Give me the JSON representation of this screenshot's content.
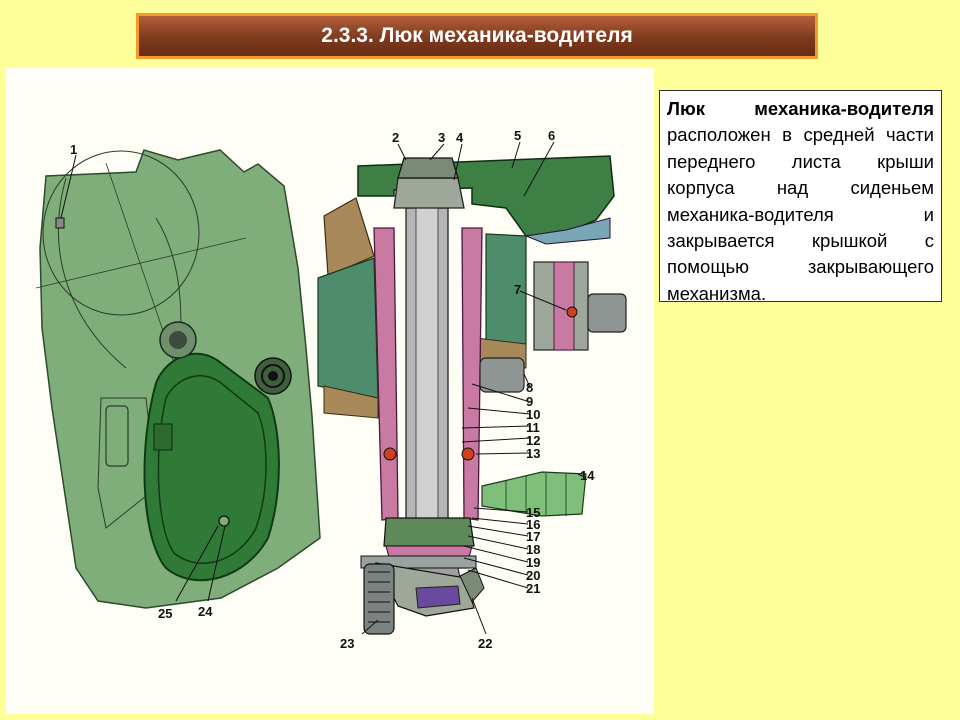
{
  "title": "2.3.3. Люк механика-водителя",
  "description": {
    "bold": "Люк механика-водителя",
    "text": " расположен в средней части переднего листа крыши корпуса над сиденьем механика-водителя и закрывается крышкой с помощью закрывающего механизма."
  },
  "callouts": [
    "1",
    "2",
    "3",
    "4",
    "5",
    "6",
    "7",
    "8",
    "9",
    "10",
    "11",
    "12",
    "13",
    "14",
    "15",
    "16",
    "17",
    "18",
    "19",
    "20",
    "21",
    "22",
    "23",
    "24",
    "25"
  ],
  "colors": {
    "background": "#ffff99",
    "hull_green": "#7fae7a",
    "hatch_green": "#2f7a36",
    "seal_pink": "#c87aa2",
    "tan": "#a88a5a",
    "steel": "#b5b5b5"
  }
}
